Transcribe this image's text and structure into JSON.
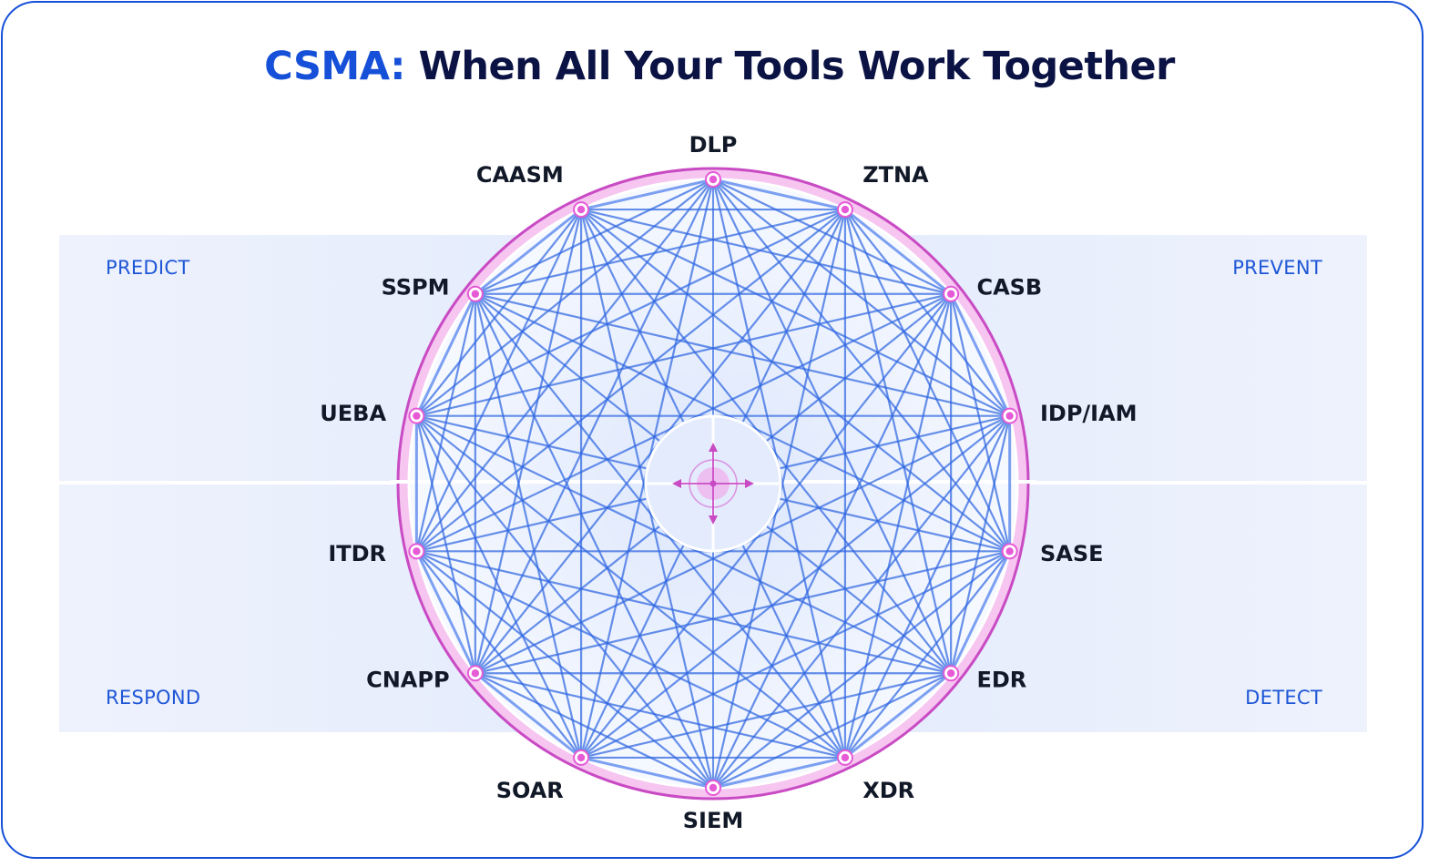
{
  "title": {
    "accent": "CSMA:",
    "rest": " When All Your Tools Work Together"
  },
  "phases": {
    "predict": "PREDICT",
    "prevent": "PREVENT",
    "respond": "RESPOND",
    "detect": "DETECT"
  },
  "nodes": [
    "DLP",
    "ZTNA",
    "CASB",
    "IDP/IAM",
    "SASE",
    "EDR",
    "XDR",
    "SIEM",
    "SOAR",
    "CNAPP",
    "ITDR",
    "UEBA",
    "SSPM",
    "CAASM"
  ],
  "colors": {
    "accent": "#1650d8",
    "title": "#0b1344",
    "ring": "#c94bc4",
    "node": "#e65ad6",
    "mesh": "#2f66e0"
  }
}
